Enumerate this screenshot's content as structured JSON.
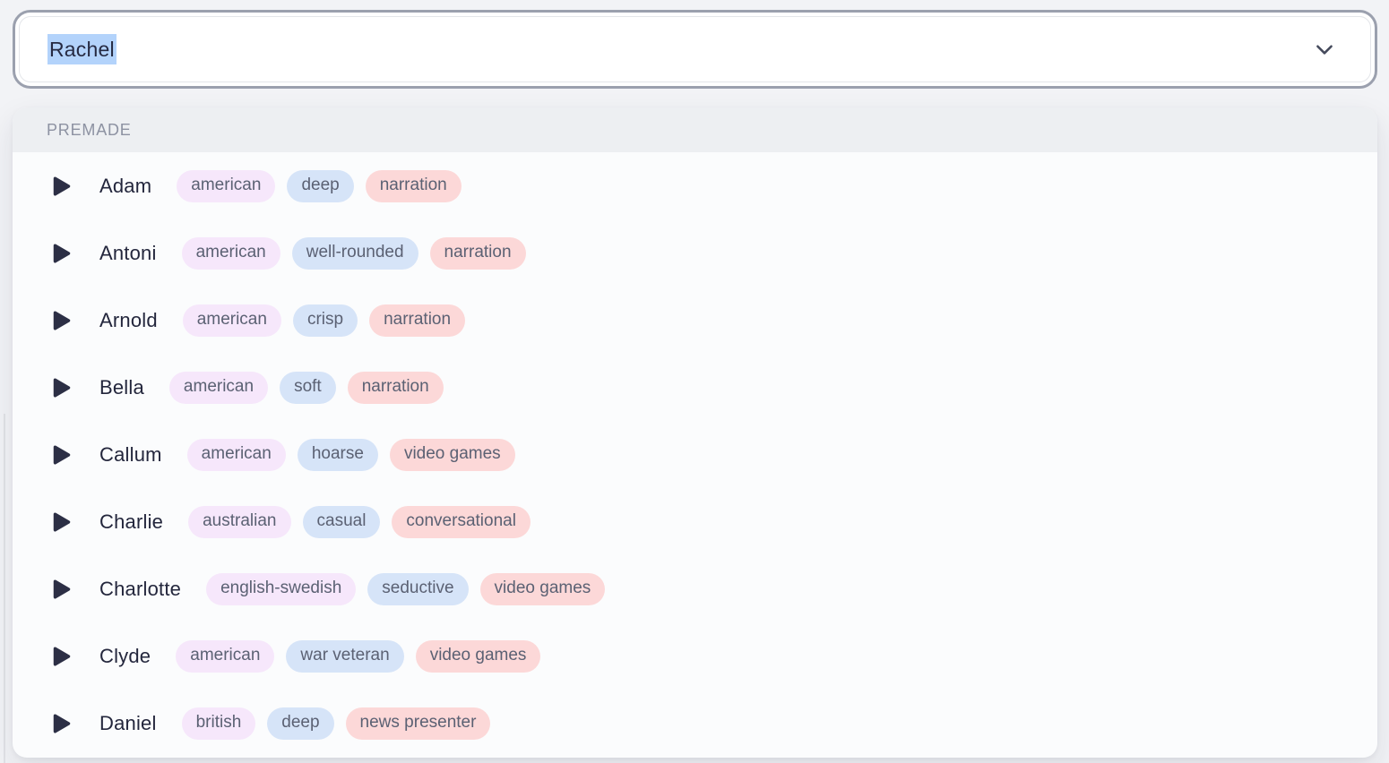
{
  "combobox": {
    "value": "Rachel"
  },
  "dropdown": {
    "group_label": "PREMADE",
    "voices": [
      {
        "name": "Adam",
        "accent": "american",
        "description": "deep",
        "use_case": "narration"
      },
      {
        "name": "Antoni",
        "accent": "american",
        "description": "well-rounded",
        "use_case": "narration"
      },
      {
        "name": "Arnold",
        "accent": "american",
        "description": "crisp",
        "use_case": "narration"
      },
      {
        "name": "Bella",
        "accent": "american",
        "description": "soft",
        "use_case": "narration"
      },
      {
        "name": "Callum",
        "accent": "american",
        "description": "hoarse",
        "use_case": "video games"
      },
      {
        "name": "Charlie",
        "accent": "australian",
        "description": "casual",
        "use_case": "conversational"
      },
      {
        "name": "Charlotte",
        "accent": "english-swedish",
        "description": "seductive",
        "use_case": "video games"
      },
      {
        "name": "Clyde",
        "accent": "american",
        "description": "war veteran",
        "use_case": "video games"
      },
      {
        "name": "Daniel",
        "accent": "british",
        "description": "deep",
        "use_case": "news presenter"
      }
    ]
  },
  "icons": {
    "chevron_down": "chevron-down-icon",
    "play": "play-icon"
  },
  "colors": {
    "selection_highlight": "#b3d3fb",
    "tag_accent_bg": "#f6e7fb",
    "tag_description_bg": "#d6e4f8",
    "tag_use_case_bg": "#fcd8d8",
    "focus_ring": "#9ba0ae",
    "group_header_bg": "#edeff2"
  }
}
